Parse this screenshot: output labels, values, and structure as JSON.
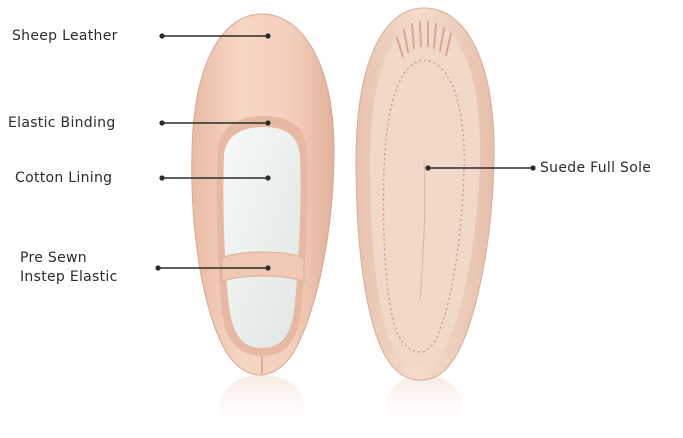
{
  "callouts": {
    "sheep_leather": "Sheep Leather",
    "elastic_binding": "Elastic Binding",
    "cotton_lining": "Cotton Lining",
    "pre_sewn_line1": "Pre Sewn",
    "pre_sewn_line2": "Instep Elastic",
    "suede_full_sole": "Suede Full Sole"
  },
  "colors": {
    "leather": "#f2cdb9",
    "suede": "#efd2c1",
    "lining": "#eef1ef",
    "line": "#2b2b2b"
  }
}
